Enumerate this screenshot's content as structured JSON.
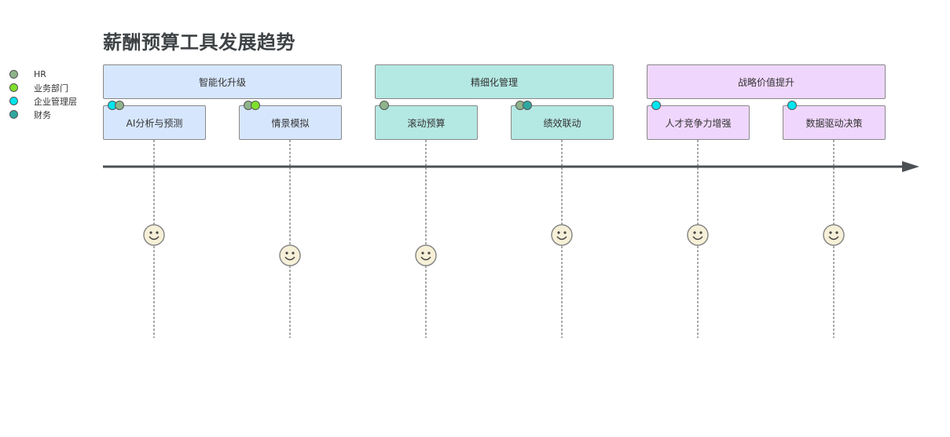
{
  "title": "薪酬预算工具发展趋势",
  "legend": [
    {
      "label": "HR",
      "color": "#8fb38a"
    },
    {
      "label": "业务部门",
      "color": "#7ee02c"
    },
    {
      "label": "企业管理层",
      "color": "#00e5ee"
    },
    {
      "label": "财务",
      "color": "#2fa79f"
    }
  ],
  "phases": [
    {
      "label": "智能化升级",
      "color": "#d6e6fd"
    },
    {
      "label": "精细化管理",
      "color": "#b4e8e3"
    },
    {
      "label": "战略价值提升",
      "color": "#efd6fc"
    }
  ],
  "items": [
    {
      "label": "AI分析与预测",
      "phase": 0,
      "stakeholders": [
        "企业管理层",
        "HR"
      ]
    },
    {
      "label": "情景模拟",
      "phase": 0,
      "stakeholders": [
        "HR",
        "业务部门"
      ]
    },
    {
      "label": "滚动预算",
      "phase": 1,
      "stakeholders": [
        "HR"
      ]
    },
    {
      "label": "绩效联动",
      "phase": 1,
      "stakeholders": [
        "HR",
        "财务"
      ]
    },
    {
      "label": "人才竞争力增强",
      "phase": 2,
      "stakeholders": [
        "企业管理层"
      ]
    },
    {
      "label": "数据驱动决策",
      "phase": 2,
      "stakeholders": [
        "企业管理层"
      ]
    }
  ]
}
